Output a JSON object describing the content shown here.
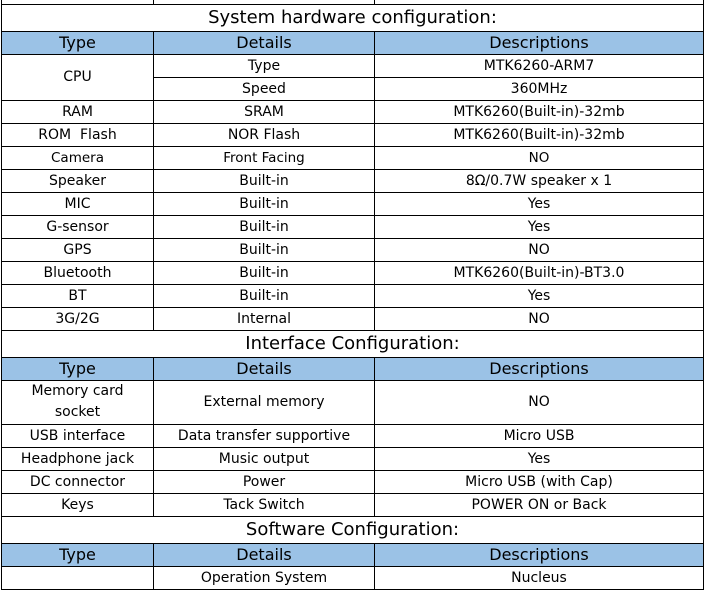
{
  "sections": {
    "hardware": {
      "title": "System hardware configuration:",
      "headers": [
        "Type",
        "Details",
        "Descriptions"
      ],
      "cpu": {
        "type": "CPU",
        "rows": [
          {
            "details": "Type",
            "desc": "MTK6260-ARM7"
          },
          {
            "details": "Speed",
            "desc": "360MHz"
          }
        ]
      },
      "rows": [
        {
          "type": "RAM",
          "details": "SRAM",
          "desc": "MTK6260(Built-in)-32mb"
        },
        {
          "type": "ROM  Flash",
          "details": "NOR Flash",
          "desc": "MTK6260(Built-in)-32mb"
        },
        {
          "type": "Camera",
          "details": "Front Facing",
          "desc": "NO"
        },
        {
          "type": "Speaker",
          "details": "Built-in",
          "desc": "8Ω/0.7W speaker x 1"
        },
        {
          "type": "MIC",
          "details": "Built-in",
          "desc": "Yes"
        },
        {
          "type": "G-sensor",
          "details": "Built-in",
          "desc": "Yes"
        },
        {
          "type": "GPS",
          "details": "Built-in",
          "desc": "NO"
        },
        {
          "type": "Bluetooth",
          "details": "Built-in",
          "desc": "MTK6260(Built-in)-BT3.0"
        },
        {
          "type": "BT",
          "details": "Built-in",
          "desc": "Yes"
        },
        {
          "type": "3G/2G",
          "details": "Internal",
          "desc": "NO"
        }
      ]
    },
    "interface": {
      "title": "Interface Configuration:",
      "headers": [
        "Type",
        "Details",
        "Descriptions"
      ],
      "rows": [
        {
          "type": "Memory card socket",
          "details": "External memory",
          "desc": "NO"
        },
        {
          "type": "USB interface",
          "details": "Data transfer supportive",
          "desc": "Micro USB"
        },
        {
          "type": "Headphone jack",
          "details": "Music output",
          "desc": "Yes"
        },
        {
          "type": "DC connector",
          "details": "Power",
          "desc": "Micro USB (with Cap)"
        },
        {
          "type": "Keys",
          "details": "Tack Switch",
          "desc": "POWER ON or Back"
        }
      ]
    },
    "software": {
      "title": "Software Configuration:",
      "headers": [
        "Type",
        "Details",
        "Descriptions"
      ],
      "rows": [
        {
          "type": "",
          "details": "Operation System",
          "desc": "Nucleus"
        }
      ]
    }
  }
}
